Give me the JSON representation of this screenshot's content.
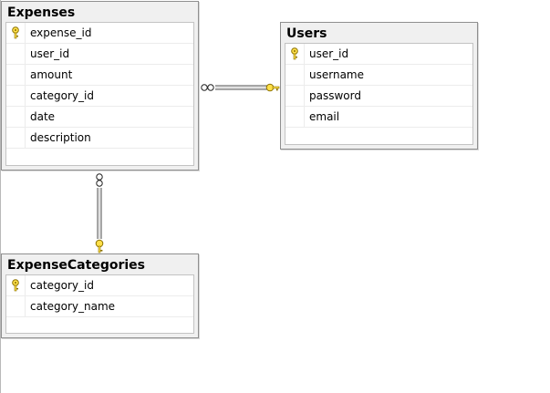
{
  "diagram": {
    "tables": [
      {
        "id": "expenses",
        "name": "Expenses",
        "columns": [
          {
            "name": "expense_id",
            "primary_key": true
          },
          {
            "name": "user_id",
            "primary_key": false
          },
          {
            "name": "amount",
            "primary_key": false
          },
          {
            "name": "category_id",
            "primary_key": false
          },
          {
            "name": "date",
            "primary_key": false
          },
          {
            "name": "description",
            "primary_key": false
          }
        ]
      },
      {
        "id": "users",
        "name": "Users",
        "columns": [
          {
            "name": "user_id",
            "primary_key": true
          },
          {
            "name": "username",
            "primary_key": false
          },
          {
            "name": "password",
            "primary_key": false
          },
          {
            "name": "email",
            "primary_key": false
          }
        ]
      },
      {
        "id": "expense-categories",
        "name": "ExpenseCategories",
        "columns": [
          {
            "name": "category_id",
            "primary_key": true
          },
          {
            "name": "category_name",
            "primary_key": false
          }
        ]
      }
    ],
    "relationships": [
      {
        "from_table": "expenses",
        "to_table": "users",
        "from_end": "many",
        "to_end": "one"
      },
      {
        "from_table": "expenses",
        "to_table": "expense-categories",
        "from_end": "many",
        "to_end": "one"
      }
    ],
    "colors": {
      "key_fill": "#ffe04a",
      "key_stroke": "#8a7000",
      "line": "#4d4d4d"
    },
    "icons": {
      "primary_key": "key-icon",
      "many_end": "infinity-icon",
      "one_end": "key-icon"
    }
  }
}
